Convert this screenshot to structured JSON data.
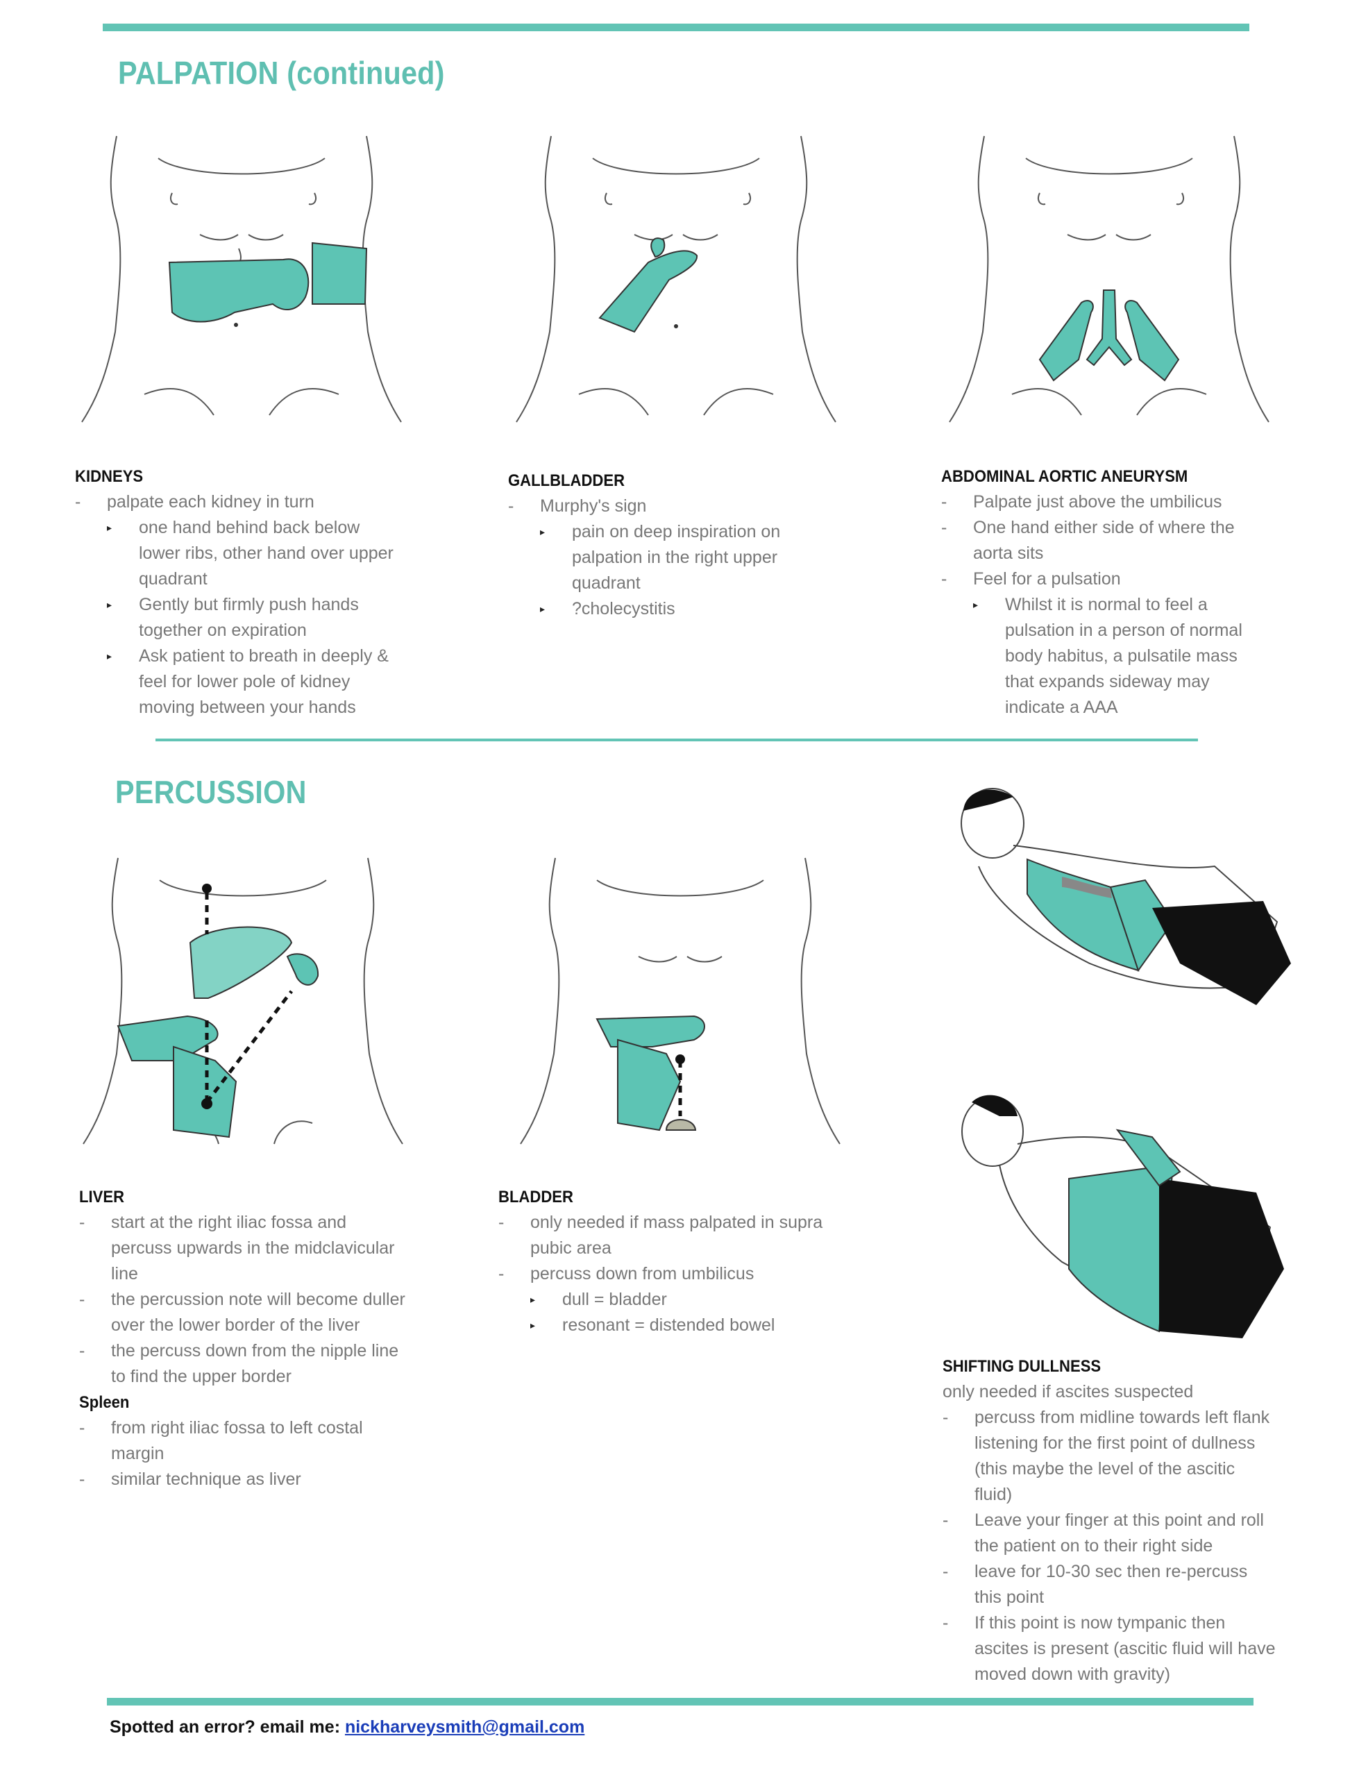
{
  "accent_color": "#5fbfb1",
  "palpation": {
    "title": "PALPATION (continued)",
    "kidneys": {
      "heading": "KIDNEYS",
      "items": [
        {
          "level": 1,
          "text": "palpate each kidney in turn"
        },
        {
          "level": 2,
          "text": "one hand behind back below lower ribs, other hand over upper quadrant"
        },
        {
          "level": 2,
          "text": "Gently but firmly push hands together on expiration"
        },
        {
          "level": 2,
          "text": "Ask patient to breath in deeply & feel for lower pole of kidney moving between your hands"
        }
      ]
    },
    "gallbladder": {
      "heading": "GALLBLADDER",
      "items": [
        {
          "level": 1,
          "text": "Murphy's sign"
        },
        {
          "level": 2,
          "text": "pain on deep inspiration on palpation in the right upper quadrant"
        },
        {
          "level": 2,
          "text": "?cholecystitis"
        }
      ]
    },
    "aaa": {
      "heading": "ABDOMINAL AORTIC ANEURYSM",
      "items": [
        {
          "level": 1,
          "text": "Palpate just above the umbilicus"
        },
        {
          "level": 1,
          "text": "One hand either side of where the aorta sits"
        },
        {
          "level": 1,
          "text": "Feel for a pulsation"
        },
        {
          "level": 2,
          "text": "Whilst it is normal to feel a pulsation in a person of normal body habitus, a pulsatile mass that expands sideway may indicate a AAA"
        }
      ]
    }
  },
  "percussion": {
    "title": "PERCUSSION",
    "liver": {
      "heading": "LIVER",
      "items": [
        {
          "level": 1,
          "text": "start at the right iliac fossa and percuss upwards in the midclavicular line"
        },
        {
          "level": 1,
          "text": "the percussion note will become duller over the lower border of the liver"
        },
        {
          "level": 1,
          "text": "the percuss down from the nipple line to find the upper border"
        }
      ]
    },
    "spleen": {
      "heading": "Spleen",
      "items": [
        {
          "level": 1,
          "text": "from right iliac fossa to left costal margin"
        },
        {
          "level": 1,
          "text": "similar technique as liver"
        }
      ]
    },
    "bladder": {
      "heading": "BLADDER",
      "items": [
        {
          "level": 1,
          "text": "only needed if mass palpated in supra pubic area"
        },
        {
          "level": 1,
          "text": "percuss down from umbilicus"
        },
        {
          "level": 2,
          "text": "dull = bladder"
        },
        {
          "level": 2,
          "text": "resonant = distended bowel"
        }
      ]
    },
    "shifting_dullness": {
      "heading": "SHIFTING DULLNESS",
      "intro": "only needed if ascites suspected",
      "items": [
        {
          "level": 1,
          "text": "percuss from midline towards left flank listening for the first point of dullness (this maybe the level of the ascitic fluid)"
        },
        {
          "level": 1,
          "text": "Leave your finger at this point and roll the patient on to their right side"
        },
        {
          "level": 1,
          "text": "leave for 10-30 sec then re-percuss this point"
        },
        {
          "level": 1,
          "text": "If this point is now tympanic then ascites is present (ascitic fluid will have moved down with gravity)"
        }
      ]
    }
  },
  "footer": {
    "text": "Spotted an error? email me: ",
    "email": "nickharveysmith@gmail.com"
  }
}
